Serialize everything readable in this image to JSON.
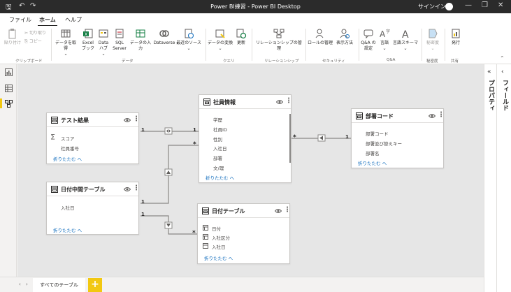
{
  "window": {
    "title": "Power BI練習 - Power BI Desktop",
    "signin_label": "サインイン",
    "controls": [
      "—",
      "❐",
      "✕"
    ]
  },
  "ribbon_tabs": [
    {
      "label": "ファイル"
    },
    {
      "label": "ホーム",
      "active": true
    },
    {
      "label": "ヘルプ"
    }
  ],
  "ribbon": {
    "clipboard": {
      "paste": "貼り付け",
      "cut": "切り取り",
      "copy": "コピー",
      "group_label": "クリップボード"
    },
    "data": {
      "get_data": "データを取得",
      "excel": "Excel ブック",
      "data_hub": "Data ハブ",
      "sql_server": "SQL Server",
      "enter_data": "データの入力",
      "dataverse": "Dataverse",
      "recent_sources": "最近のソース",
      "group_label": "データ"
    },
    "query": {
      "transform": "データの変換",
      "refresh": "更新",
      "group_label": "クエリ"
    },
    "relationships": {
      "manage": "リレーションシップの管理",
      "group_label": "リレーションシップ"
    },
    "security": {
      "manage_roles": "ロールの管理",
      "view_as": "表示方法",
      "group_label": "セキュリティ"
    },
    "qa": {
      "qa_setup": "Q&A の設定",
      "language": "言語",
      "linguistic_schema": "言語スキーマ",
      "group_label": "Q&A"
    },
    "sensitivity": {
      "label": "秘密度",
      "group_label": "秘密度"
    },
    "share": {
      "publish": "発行",
      "group_label": "共有"
    }
  },
  "right_panes": {
    "properties_label": "プロパティ",
    "fields_label": "フィールド"
  },
  "bottom": {
    "tab_all_tables": "すべてのテーブル",
    "add_tab": "+"
  },
  "tables": {
    "test_results": {
      "name": "テスト結果",
      "fields": [
        "スコア",
        "社員番号"
      ],
      "collapse": "折りたたむ へ"
    },
    "date_middle": {
      "name": "日付中間テーブル",
      "fields": [
        "入社日"
      ],
      "collapse": "折りたたむ へ"
    },
    "employee": {
      "name": "社員情報",
      "fields": [
        "学歴",
        "社員ID",
        "性別",
        "入社日",
        "部署",
        "文/理"
      ],
      "collapse": "折りたたむ へ"
    },
    "date_table": {
      "name": "日付テーブル",
      "fields": [
        "日付",
        "入社区分",
        "入社日"
      ],
      "collapse": "折りたたむ へ"
    },
    "dept_code": {
      "name": "部署コード",
      "fields": [
        "部署コード",
        "部署並び替えキー",
        "部署名"
      ],
      "collapse": "折りたたむ へ"
    }
  },
  "relationships": {
    "one": "1",
    "many": "*"
  },
  "colors": {
    "accent": "#f2c811",
    "link": "#0f6cbd",
    "titlebar": "#2b2b2b"
  }
}
